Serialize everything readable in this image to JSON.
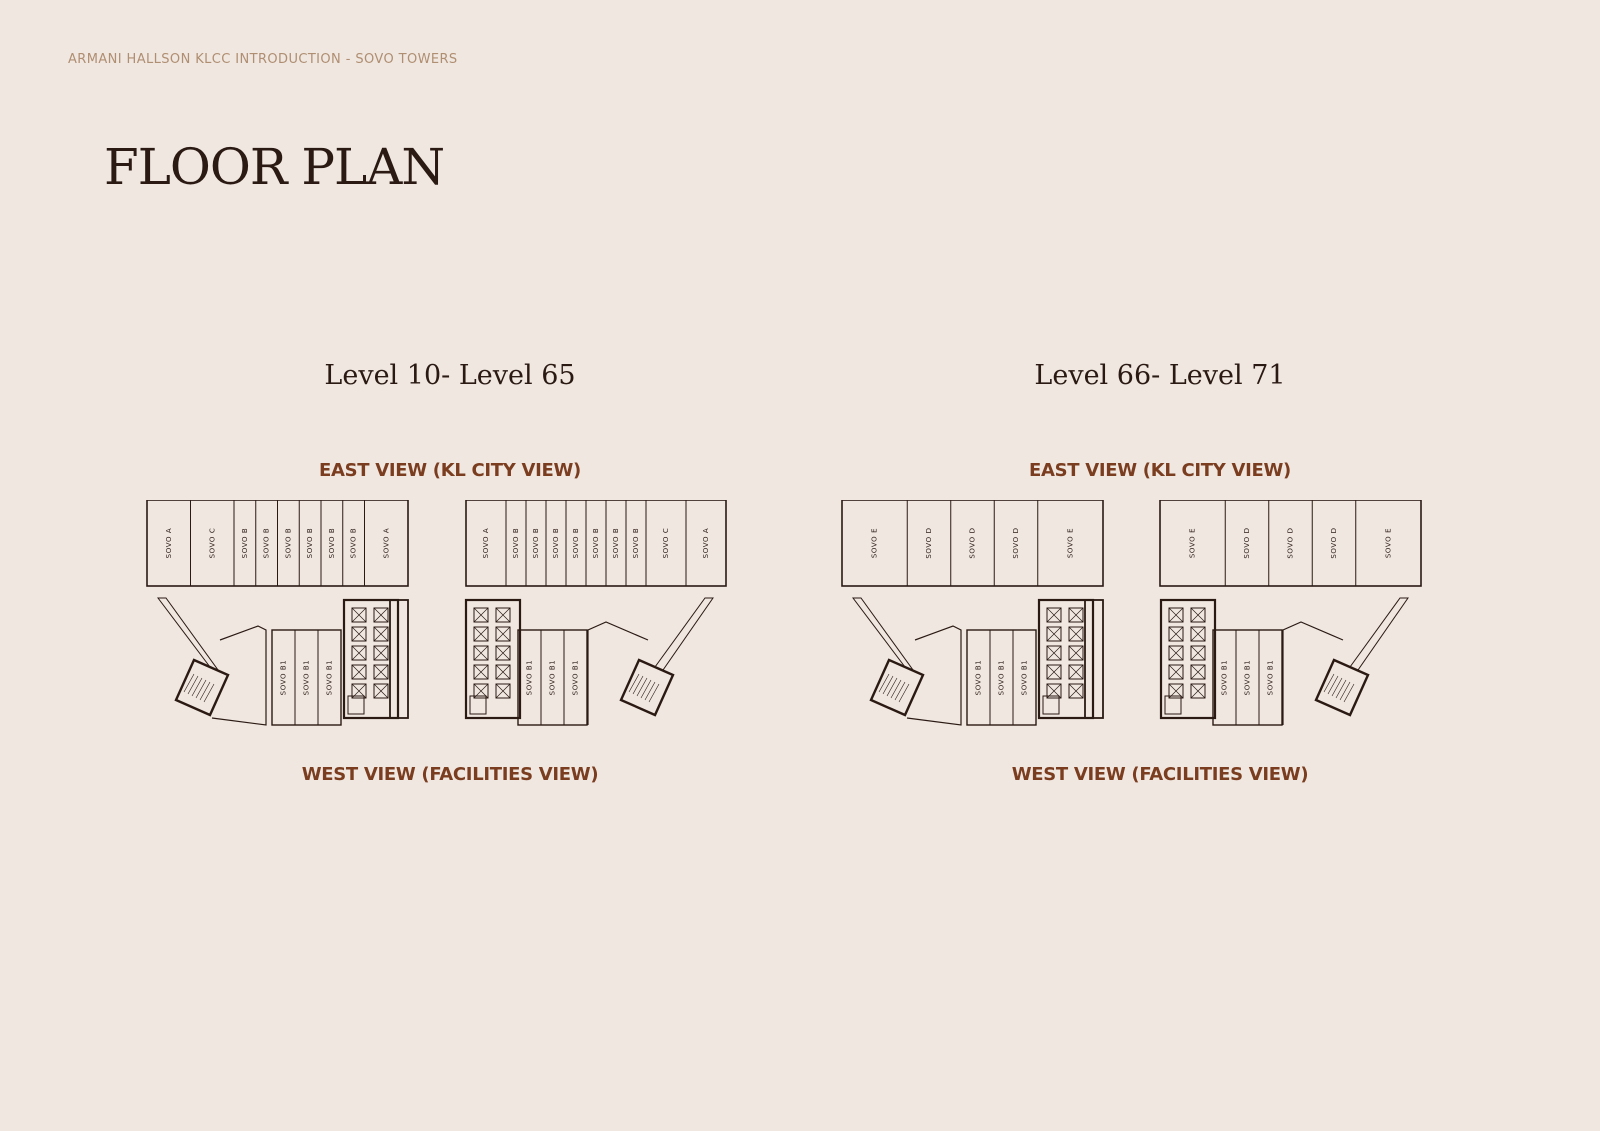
{
  "header": {
    "text": "ARMANI HALLSON KLCC INTRODUCTION - SOVO TOWERS"
  },
  "page": {
    "title": "FLOOR PLAN"
  },
  "plans": [
    {
      "level": "Level 10- Level 65",
      "east_view": "EAST VIEW (KL CITY VIEW)",
      "west_view": "WEST VIEW (FACILITIES VIEW)",
      "north_block_left": [
        "SOVO A",
        "SOVO C",
        "SOVO B",
        "SOVO B",
        "SOVO B",
        "SOVO B",
        "SOVO B",
        "SOVO B",
        "SOVO A"
      ],
      "north_block_right": [
        "SOVO A",
        "SOVO B",
        "SOVO B",
        "SOVO B",
        "SOVO B",
        "SOVO B",
        "SOVO B",
        "SOVO B",
        "SOVO C",
        "SOVO A"
      ],
      "south_units_left": [
        "SOVO B1",
        "SOVO B1",
        "SOVO B1"
      ],
      "south_units_right": [
        "SOVO B1",
        "SOVO B1",
        "SOVO B1"
      ]
    },
    {
      "level": "Level 66- Level 71",
      "east_view": "EAST VIEW (KL CITY VIEW)",
      "west_view": "WEST VIEW (FACILITIES VIEW)",
      "north_block_left": [
        "SOVO E",
        "SOVO D",
        "SOVO D",
        "SOVO D",
        "SOVO E"
      ],
      "north_block_right": [
        "SOVO E",
        "SOVO D",
        "SOVO D",
        "SOVO D",
        "SOVO E"
      ],
      "south_units_left": [
        "SOVO B1",
        "SOVO B1",
        "SOVO B1"
      ],
      "south_units_right": [
        "SOVO B1",
        "SOVO B1",
        "SOVO B1"
      ]
    }
  ]
}
